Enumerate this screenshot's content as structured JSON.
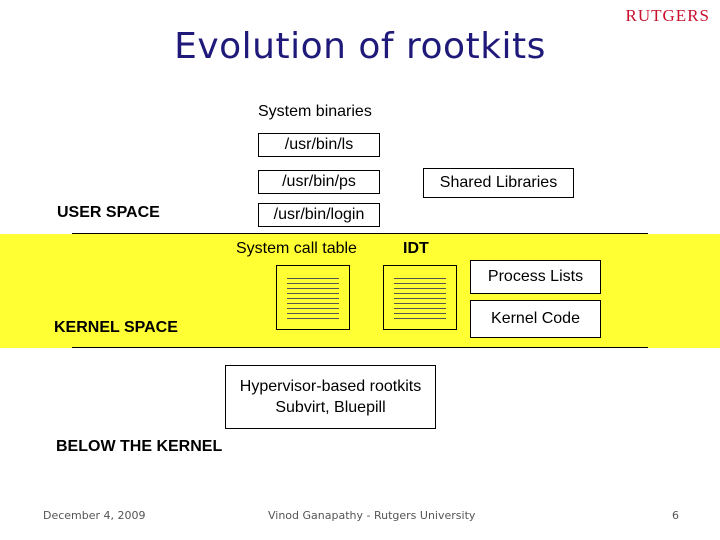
{
  "slide": {
    "title": "Evolution of rootkits",
    "logo": "RUTGERS",
    "user_space_label": "USER SPACE",
    "kernel_space_label": "KERNEL SPACE",
    "below_kernel_label": "BELOW THE KERNEL",
    "system_binaries_label": "System binaries",
    "binaries": [
      "/usr/bin/ls",
      "/usr/bin/ps",
      "/usr/bin/login"
    ],
    "shared_libraries": "Shared Libraries",
    "syscall_table_label": "System call table",
    "idt_label": "IDT",
    "process_lists": "Process Lists",
    "kernel_code": "Kernel Code",
    "hypervisor_line1": "Hypervisor-based rootkits",
    "hypervisor_line2": "Subvirt, Bluepill"
  },
  "footer": {
    "date": "December 4, 2009",
    "author": "Vinod Ganapathy - Rutgers University",
    "page": "6"
  }
}
